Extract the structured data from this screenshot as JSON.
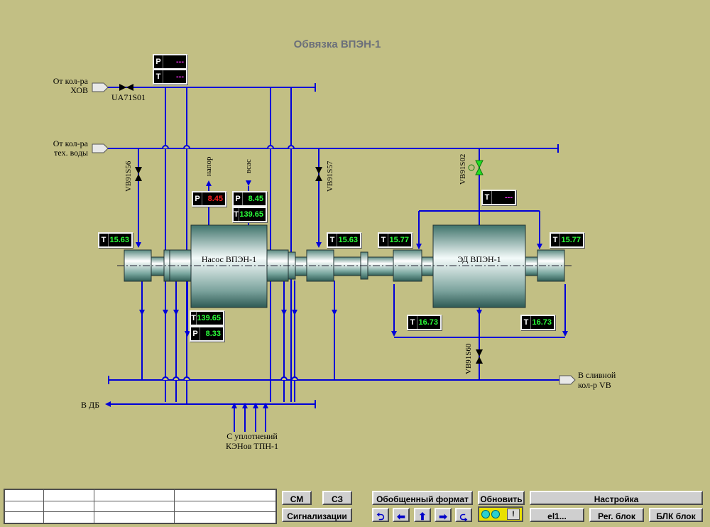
{
  "title": "Обвязка ВПЭН-1",
  "labels": {
    "src_hov": "От кол-ра\nХОВ",
    "src_tech": "От кол-ра\nтех. воды",
    "valve_ua": "UA71S01",
    "valve_vb56": "VB91S56",
    "valve_vb57": "VB91S57",
    "valve_vb02": "VB91S02",
    "valve_vb60": "VB91S60",
    "napor": "напор",
    "vsas": "всас",
    "pump": "Насос ВПЭН-1",
    "motor": "ЭД ВПЭН-1",
    "drain": "В сливной\nкол-р VB",
    "db": "В ДБ",
    "seals": "С уплотнений\nКЭНов ТПН-1"
  },
  "gauges": {
    "hov_p": {
      "label": "P",
      "value": "---"
    },
    "hov_t": {
      "label": "T",
      "value": "---"
    },
    "napor_p": {
      "label": "P",
      "value": "8.45"
    },
    "vsas_p": {
      "label": "P",
      "value": "8.45"
    },
    "vsas_t": {
      "label": "T",
      "value": "139.65"
    },
    "bear1_t": {
      "label": "T",
      "value": "15.63"
    },
    "bear2_t": {
      "label": "T",
      "value": "15.63"
    },
    "bear3_t": {
      "label": "T",
      "value": "15.77"
    },
    "bear4_t": {
      "label": "T",
      "value": "15.77"
    },
    "motor_top_t": {
      "label": "T",
      "value": "---"
    },
    "pump_out_t": {
      "label": "T",
      "value": "139.65"
    },
    "pump_out_p": {
      "label": "P",
      "value": "8.33"
    },
    "motor_l_t": {
      "label": "T",
      "value": "16.73"
    },
    "motor_r_t": {
      "label": "T",
      "value": "16.73"
    }
  },
  "buttons": {
    "sm": "СМ",
    "sz": "СЗ",
    "signals": "Сигнализации",
    "general": "Обобщенный формат",
    "refresh": "Обновить",
    "settings": "Настройка",
    "el1": "el1...",
    "reg": "Рег. блок",
    "blk": "БЛК блок",
    "status": "!"
  },
  "colors": {
    "pipe": "#0000d8",
    "valve_open": "#22dd22",
    "gauge_value": "#2bff3a",
    "gauge_alarm": "#ff2020",
    "gauge_missing": "#ff30ff"
  }
}
